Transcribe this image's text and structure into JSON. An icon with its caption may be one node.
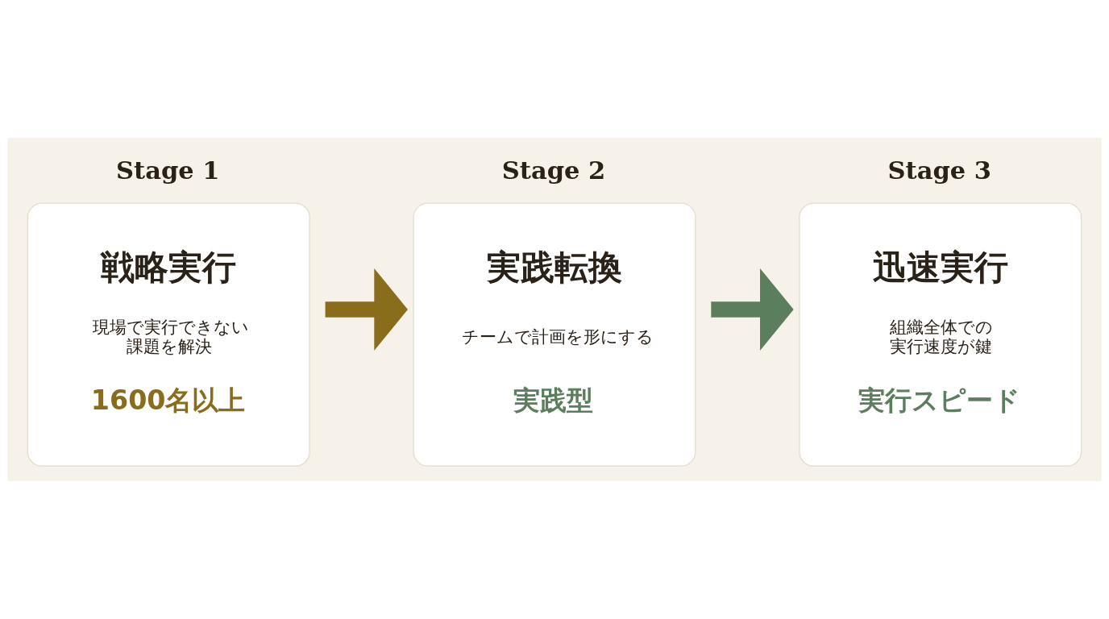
{
  "diagram": {
    "nodes": [
      {
        "text": [
          "Stage 1",
          "戦略実行",
          "現場で実行できない課題を解決",
          "1600名以上"
        ]
      },
      {
        "text": [
          "Stage 2",
          "実践転換",
          "チームで計画を形にする",
          "実践型"
        ]
      },
      {
        "text": [
          "Stage 3",
          "迅速実行",
          "組織全体での実行速度が鍵",
          "実行スピード"
        ]
      }
    ],
    "edges": [
      {
        "from": 0,
        "to": 1,
        "arrow": "to",
        "color": "#8a6d1c"
      },
      {
        "from": 1,
        "to": 2,
        "arrow": "to",
        "color": "#5b7f5c"
      }
    ]
  }
}
